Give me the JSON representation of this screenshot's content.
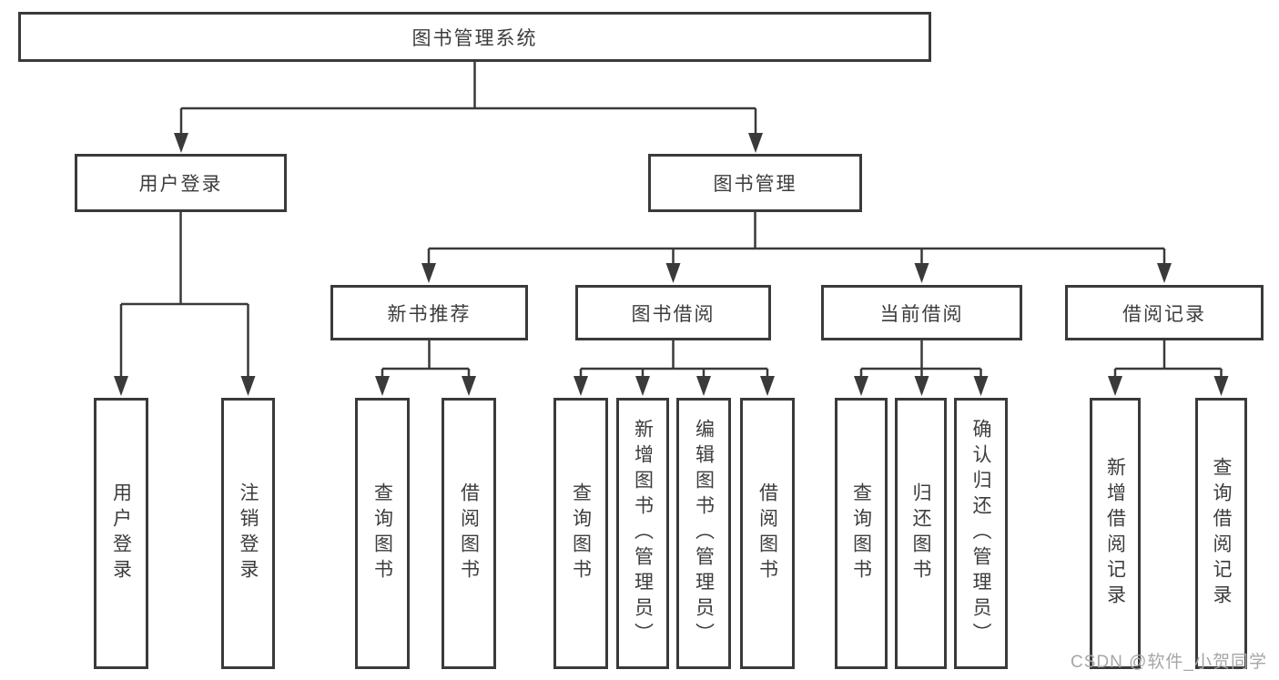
{
  "diagram": {
    "type": "hierarchy-tree",
    "colors": {
      "line": "#3a3a3a",
      "box_border": "#3a3a3a",
      "box_fill": "#ffffff",
      "text": "#3d3d3d",
      "background": "#ffffff",
      "watermark": "#a6a6a6"
    },
    "tree": {
      "label": "图书管理系统",
      "children": [
        {
          "label": "用户登录",
          "children": [
            {
              "label": "用户登录"
            },
            {
              "label": "注销登录"
            }
          ]
        },
        {
          "label": "图书管理",
          "children": [
            {
              "label": "新书推荐",
              "children": [
                {
                  "label": "查询图书"
                },
                {
                  "label": "借阅图书"
                }
              ]
            },
            {
              "label": "图书借阅",
              "children": [
                {
                  "label": "查询图书"
                },
                {
                  "label": "新增图书（管理员）"
                },
                {
                  "label": "编辑图书（管理员）"
                },
                {
                  "label": "借阅图书"
                }
              ]
            },
            {
              "label": "当前借阅",
              "children": [
                {
                  "label": "查询图书"
                },
                {
                  "label": "归还图书"
                },
                {
                  "label": "确认归还（管理员）"
                }
              ]
            },
            {
              "label": "借阅记录",
              "children": [
                {
                  "label": "新增借阅记录"
                },
                {
                  "label": "查询借阅记录"
                }
              ]
            }
          ]
        }
      ]
    },
    "watermark": {
      "text": "CSDN @软件_小贺同学"
    }
  }
}
